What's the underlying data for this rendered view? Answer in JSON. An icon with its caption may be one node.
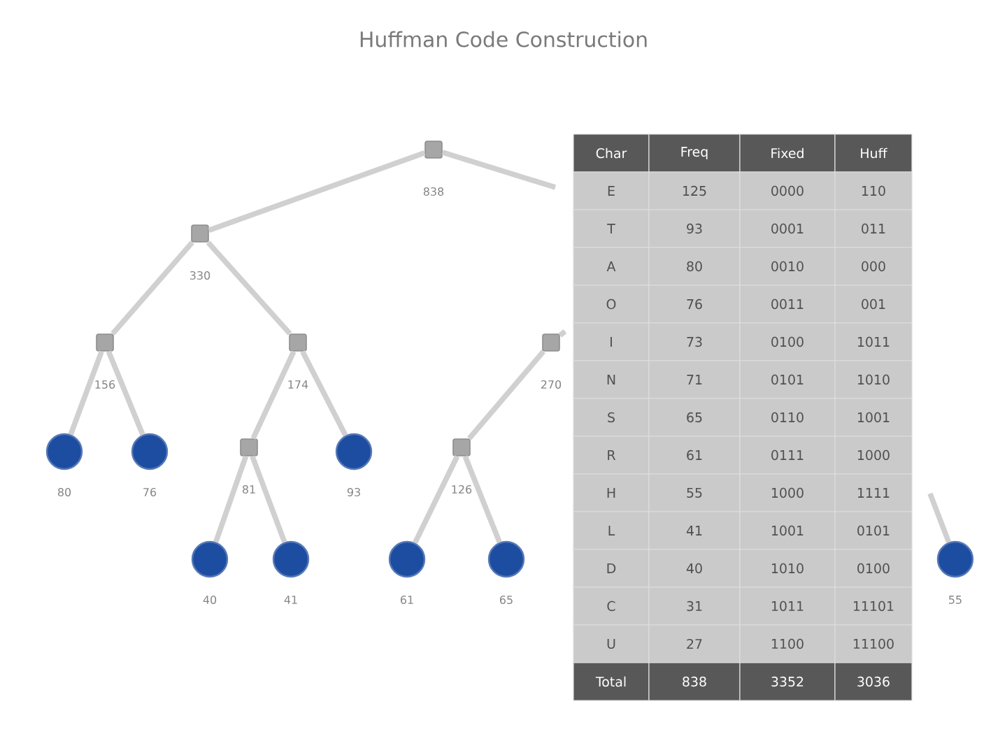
{
  "diagram": {
    "title": "Huffman Code Construction",
    "nodes": [
      {
        "text": [],
        "shape": "box",
        "beside": [
          "838"
        ]
      },
      {
        "text": [],
        "shape": "box",
        "beside": [
          "330"
        ]
      },
      {
        "text": [],
        "shape": "box",
        "beside": [
          "156"
        ]
      },
      {
        "text": [],
        "shape": "circle",
        "beside": [
          "80"
        ]
      },
      {
        "text": [],
        "shape": "circle",
        "beside": [
          "76"
        ]
      },
      {
        "text": [],
        "shape": "box",
        "beside": [
          "174"
        ]
      },
      {
        "text": [],
        "shape": "box",
        "beside": [
          "81"
        ]
      },
      {
        "text": [],
        "shape": "circle",
        "beside": [
          "40"
        ]
      },
      {
        "text": [],
        "shape": "circle",
        "beside": [
          "41"
        ]
      },
      {
        "text": [],
        "shape": "circle",
        "beside": [
          "93"
        ]
      },
      {
        "text": [],
        "shape": "box",
        "beside": [
          "270"
        ]
      },
      {
        "text": [],
        "shape": "box",
        "beside": [
          "126"
        ]
      },
      {
        "text": [],
        "shape": "circle",
        "beside": [
          "61"
        ]
      },
      {
        "text": [],
        "shape": "circle",
        "beside": [
          "65"
        ]
      },
      {
        "text": [],
        "shape": "circle",
        "beside": [
          "55"
        ]
      }
    ],
    "edges": [
      {
        "from": 0,
        "to": 1,
        "arrow": "none"
      },
      {
        "from": 0,
        "to": null,
        "arrow": "none"
      },
      {
        "from": 1,
        "to": 2,
        "arrow": "none"
      },
      {
        "from": 1,
        "to": 5,
        "arrow": "none"
      },
      {
        "from": 2,
        "to": 3,
        "arrow": "none"
      },
      {
        "from": 2,
        "to": 4,
        "arrow": "none"
      },
      {
        "from": 5,
        "to": 6,
        "arrow": "none"
      },
      {
        "from": 5,
        "to": 9,
        "arrow": "none"
      },
      {
        "from": 6,
        "to": 7,
        "arrow": "none"
      },
      {
        "from": 6,
        "to": 8,
        "arrow": "none"
      },
      {
        "from": null,
        "to": 10,
        "arrow": "none"
      },
      {
        "from": 10,
        "to": 11,
        "arrow": "none"
      },
      {
        "from": 11,
        "to": 12,
        "arrow": "none"
      },
      {
        "from": 11,
        "to": 13,
        "arrow": "none"
      },
      {
        "from": null,
        "to": 14,
        "arrow": "none"
      }
    ],
    "labels": [
      "Char",
      "Freq",
      "Fixed",
      "Huff",
      "E",
      "125",
      "0000",
      "110",
      "T",
      "93",
      "0001",
      "011",
      "A",
      "80",
      "0010",
      "000",
      "O",
      "76",
      "0011",
      "001",
      "I",
      "73",
      "0100",
      "1011",
      "N",
      "71",
      "0101",
      "1010",
      "S",
      "65",
      "0110",
      "1001",
      "R",
      "61",
      "0111",
      "1000",
      "H",
      "55",
      "1000",
      "1111",
      "L",
      "41",
      "1001",
      "0101",
      "D",
      "40",
      "1010",
      "0100",
      "C",
      "31",
      "1011",
      "11101",
      "U",
      "27",
      "1100",
      "11100",
      "Total",
      "838",
      "3352",
      "3036"
    ]
  }
}
